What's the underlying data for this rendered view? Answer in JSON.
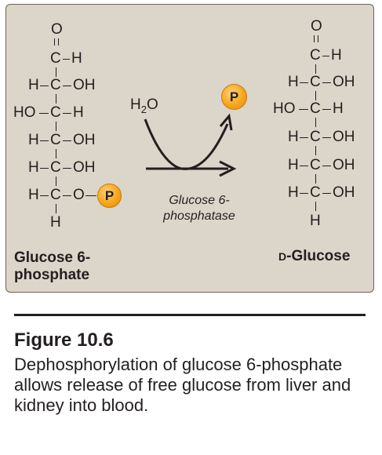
{
  "left_molecule": {
    "carbonyl_o": "O",
    "rows": [
      {
        "left": "",
        "c": "C",
        "right": "H"
      },
      {
        "left": "H",
        "c": "C",
        "right": "OH"
      },
      {
        "left": "HO",
        "c": "C",
        "right": "H"
      },
      {
        "left": "H",
        "c": "C",
        "right": "OH"
      },
      {
        "left": "H",
        "c": "C",
        "right": "OH"
      },
      {
        "left": "H",
        "c": "C",
        "right": "O"
      }
    ],
    "bottom_h": "H",
    "phosphate": "P",
    "label_line1": "Glucose 6-",
    "label_line2": "phosphate"
  },
  "reaction": {
    "water": "H",
    "water_sub": "2",
    "water_o": "O",
    "released_phosphate": "P",
    "enzyme_line1": "Glucose 6-",
    "enzyme_line2": "phosphatase"
  },
  "right_molecule": {
    "carbonyl_o": "O",
    "rows": [
      {
        "left": "",
        "c": "C",
        "right": "H"
      },
      {
        "left": "H",
        "c": "C",
        "right": "OH"
      },
      {
        "left": "HO",
        "c": "C",
        "right": "H"
      },
      {
        "left": "H",
        "c": "C",
        "right": "OH"
      },
      {
        "left": "H",
        "c": "C",
        "right": "OH"
      },
      {
        "left": "H",
        "c": "C",
        "right": "OH"
      }
    ],
    "bottom_h": "H",
    "label_prefix": "D",
    "label_main": "-Glucose"
  },
  "figure": {
    "title": "Figure 10.6",
    "caption": "Dephosphorylation of glucose 6-phosphate allows release of free glucose from liver and kidney into blood."
  },
  "colors": {
    "panel_bg": "#dcd5c9",
    "phosphate_orange": "#f7a51c",
    "text": "#231f20"
  }
}
